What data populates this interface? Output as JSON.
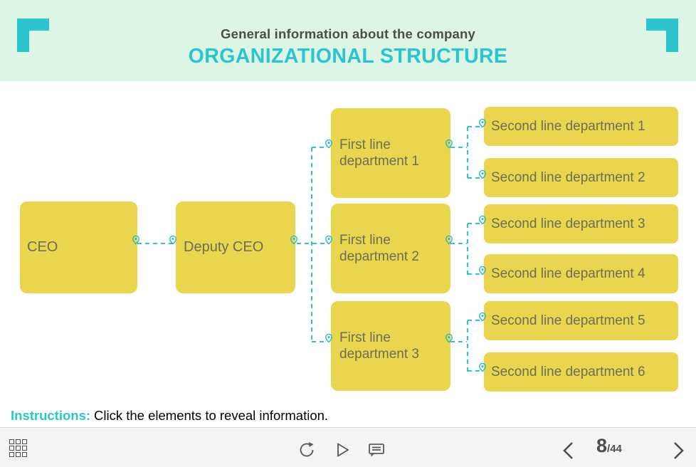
{
  "header": {
    "title": "General information about the company",
    "subtitle": "ORGANIZATIONAL STRUCTURE"
  },
  "org": {
    "ceo": {
      "label": "CEO"
    },
    "deputy": {
      "label": "Deputy CEO"
    },
    "first_line": [
      {
        "label": "First line department 1"
      },
      {
        "label": "First line department 2"
      },
      {
        "label": "First line department 3"
      }
    ],
    "second_line": [
      {
        "label": "Second line department 1"
      },
      {
        "label": "Second line department 2"
      },
      {
        "label": "Second line department 3"
      },
      {
        "label": "Second line department 4"
      },
      {
        "label": "Second line department 5"
      },
      {
        "label": "Second line department 6"
      }
    ]
  },
  "instructions": {
    "lead": "Instructions:",
    "text": "Click the elements to reveal information."
  },
  "footer": {
    "page": {
      "current": "8",
      "total_suffix": "/44"
    }
  },
  "icons": {
    "menu": "grid-icon",
    "restart": "refresh-icon",
    "play": "play-icon",
    "comments": "comment-icon",
    "previous": "chevron-left-icon",
    "next": "chevron-right-icon",
    "connector_marker": "location-pin-icon",
    "header_decoration": "corner-bracket-icon"
  },
  "colors": {
    "accent_teal": "#2cc5ce",
    "node_yellow": "#ead54e",
    "header_background": "#dcf5e4",
    "node_text": "#6e6e55"
  }
}
